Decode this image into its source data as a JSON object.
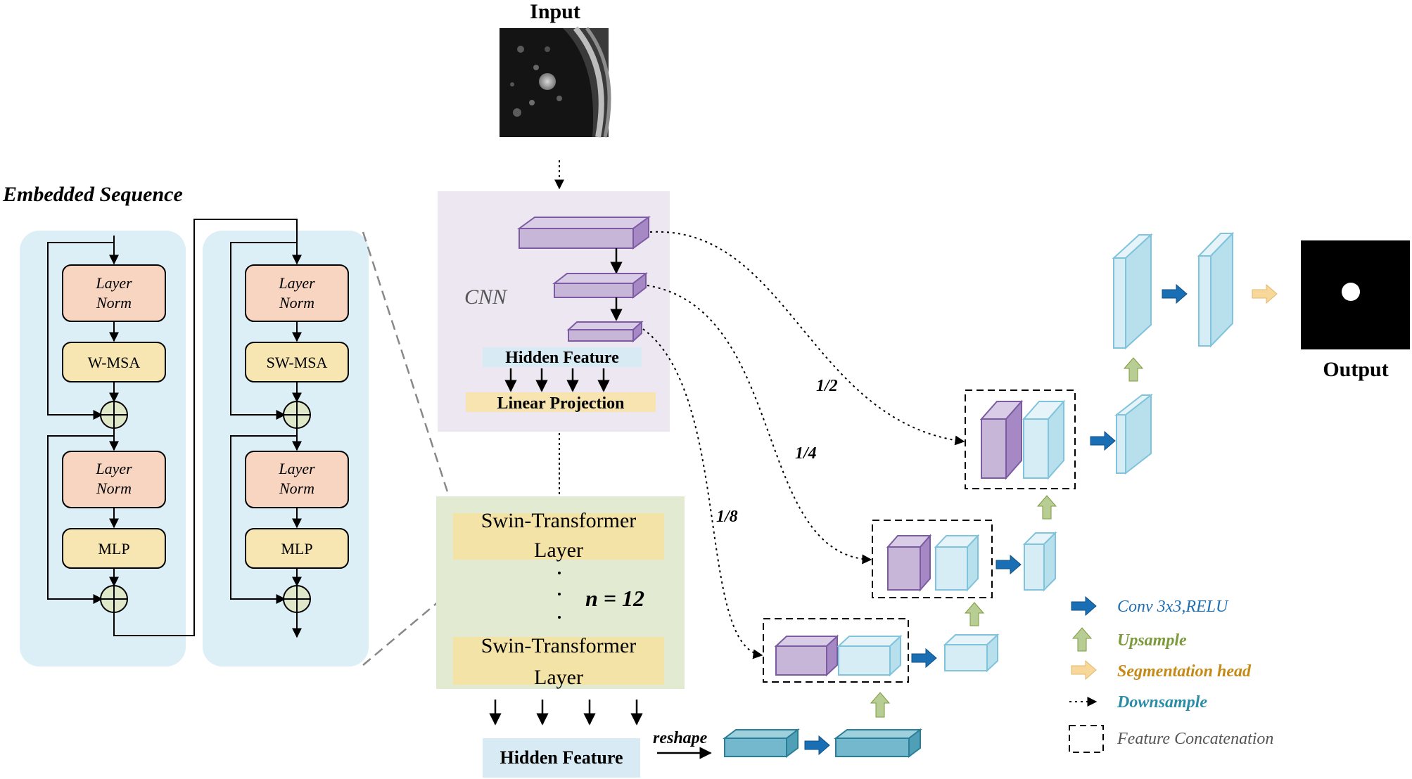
{
  "input_label": "Input",
  "output_label": "Output",
  "embedded_title": "Embedded Sequence",
  "block1": {
    "norm1": [
      "Layer",
      "Norm"
    ],
    "attn": "W-MSA",
    "norm2": [
      "Layer",
      "Norm"
    ],
    "mlp": "MLP"
  },
  "block2": {
    "norm1": [
      "Layer",
      "Norm"
    ],
    "attn": "SW-MSA",
    "norm2": [
      "Layer",
      "Norm"
    ],
    "mlp": "MLP"
  },
  "cnn": {
    "label": "CNN",
    "hidden_feature": "Hidden Feature",
    "linear_projection": "Linear Projection"
  },
  "swin": {
    "layer_top": [
      "Swin-Transformer",
      "Layer"
    ],
    "layer_bottom": [
      "Swin-Transformer",
      "Layer"
    ],
    "count": "n = 12"
  },
  "bottom_hidden_feature": "Hidden Feature",
  "reshape_label": "reshape",
  "scales": {
    "half": "1/2",
    "quarter": "1/4",
    "eighth": "1/8"
  },
  "legend": {
    "conv": "Conv 3x3,RELU",
    "upsample": "Upsample",
    "seg_head": "Segmentation head",
    "downsample": "Downsample",
    "concat": "Feature Concatenation"
  },
  "colors": {
    "panel_blue": "#dceef6",
    "norm_fill": "#f8d5c0",
    "attn_fill": "#f7e6b2",
    "add_fill": "#dfe8c8",
    "cnn_bg": "#ece7f1",
    "purple_box": "#c7b6d8",
    "purple_edge": "#7c5ba3",
    "hidden_bar": "#d8eaf3",
    "linear_bar": "#f8e4b0",
    "swin_bg": "#e2ead1",
    "swin_layer": "#f4e3a6",
    "cyan_box": "#d6edf5",
    "cyan_edge": "#7fc3dc",
    "teal_box": "#73b8cc",
    "teal_edge": "#2a7f98",
    "conv_arrow": "#1a6fb4",
    "up_arrow": "#b8cd94",
    "seg_arrow": "#f7d89a",
    "legend_conv": "#1f6fb2",
    "legend_up": "#7c9a3c",
    "legend_seg": "#c58a16",
    "legend_down": "#2b8ca6",
    "legend_concat": "#555555"
  },
  "icons": [
    "ct-scan-input-image",
    "segmentation-output-image",
    "plus-circle-icon",
    "right-arrow-icon",
    "up-arrow-icon"
  ]
}
